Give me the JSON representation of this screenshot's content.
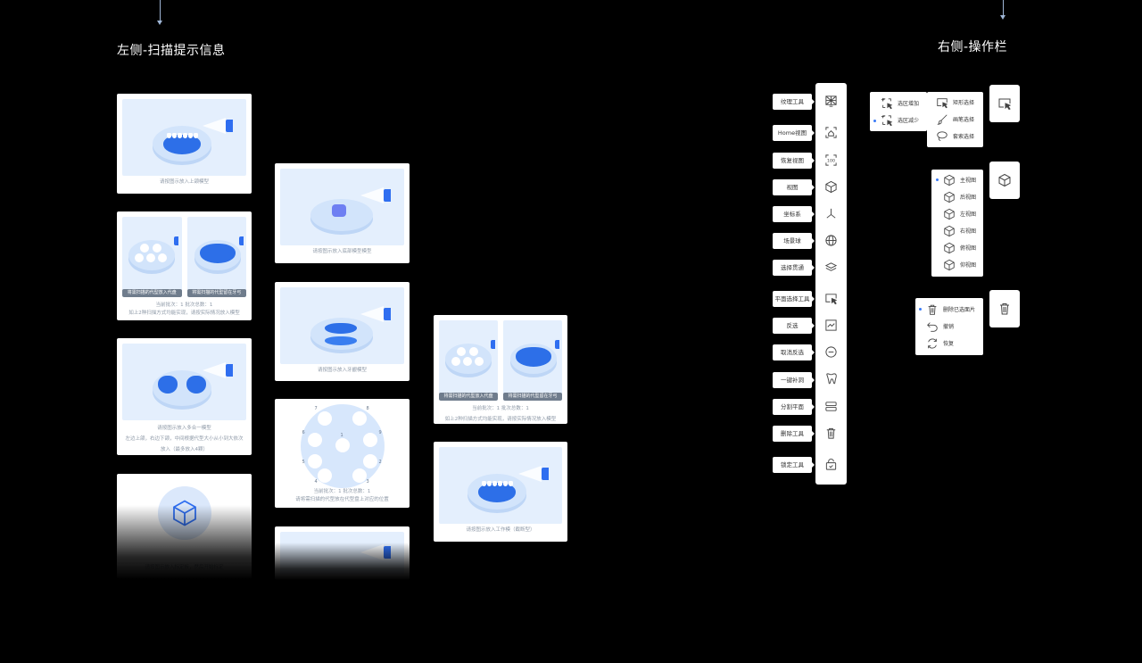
{
  "sections": {
    "left_title": "左侧-扫描提示信息",
    "right_title": "右侧-操作栏"
  },
  "cards": {
    "upper_jaw": {
      "caption": "请按图示放入上颌模型"
    },
    "multi_scan": {
      "chip_left": "将需扫描的代型放入代盘",
      "chip_right": "将需扫描的代型留在牙弓",
      "status": "当前批次：1    批次总数：1",
      "note": "如上2种扫描方式均能实现，请按实际情况放入模型"
    },
    "combined": {
      "line1": "请按图示放入多合一模型",
      "line2": "左边上颌，右边下颌，中间根据代型大小从小到大依次",
      "line3": "放入（最多放入4颗）"
    },
    "calibrate": {
      "caption": "请按图示放入标定板，然后开始标定"
    },
    "base_model": {
      "caption": "请按图示放入底部模型模型"
    },
    "bite_model": {
      "caption": "请按图示放入牙龈模型"
    },
    "die_plate": {
      "status": "当前批次：1    批次总数：1",
      "note": "请将需扫描的代型放在代型盘上对应的位置",
      "numbers": [
        "7",
        "8",
        "6",
        "9",
        "1",
        "5",
        "2",
        "4",
        "3"
      ]
    },
    "multi_scan_2": {
      "chip_left": "将需扫描的代型放入代盘",
      "chip_right": "将需扫描的代型留在牙弓",
      "status": "当前批次：1    批次总数：1",
      "note": "如上2种扫描方式均能实现，请按实际情况放入模型"
    },
    "work_model": {
      "caption": "请按图示放入工作模（截断型）"
    }
  },
  "toolbar": {
    "labels": {
      "texture": "纹理工具",
      "home": "Home视图",
      "restore": "恢复视图",
      "view": "视图",
      "coord": "坐标系",
      "sphere": "场景球",
      "select_through": "选择贯通",
      "plane_select": "平面选择工具",
      "invert": "反选",
      "cancel_invert": "取消反选",
      "fill_hole": "一键补洞",
      "split_plane": "分割平面",
      "delete_tool": "删除工具",
      "lock_tool": "锁定工具"
    },
    "restore_icon_text": "100"
  },
  "popups": {
    "selection": {
      "add": "选区增加",
      "subtract": "选区减少",
      "rect": "矩形选择",
      "brush": "画笔选择",
      "lasso": "套索选择"
    },
    "views": {
      "items": [
        "主视图",
        "后视图",
        "左视图",
        "右视图",
        "俯视图",
        "仰视图"
      ]
    },
    "delete": {
      "delete_selected": "删除已选面片",
      "undo": "撤销",
      "redo": "恢复"
    }
  },
  "colors": {
    "accent": "#2f6ef0",
    "scene_bg": "#e4effd",
    "page_bg": "#000000"
  }
}
